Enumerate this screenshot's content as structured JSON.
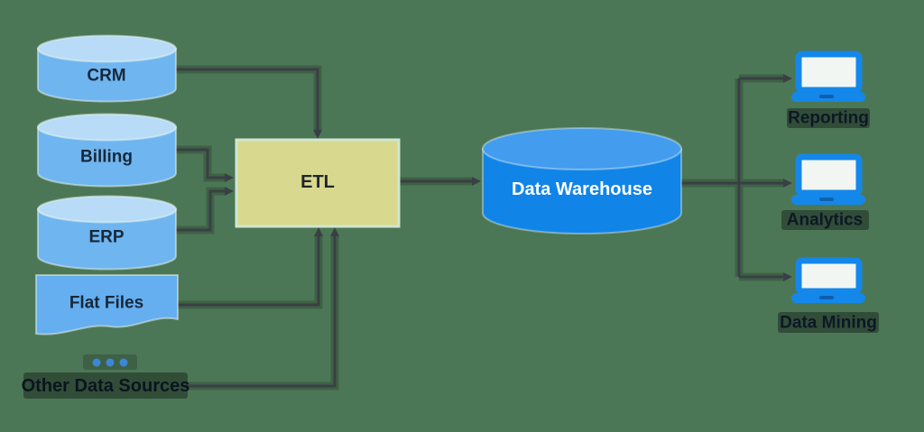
{
  "diagram": {
    "sources": [
      {
        "id": "crm",
        "label": "CRM",
        "shape": "database-cylinder"
      },
      {
        "id": "billing",
        "label": "Billing",
        "shape": "database-cylinder"
      },
      {
        "id": "erp",
        "label": "ERP",
        "shape": "database-cylinder"
      },
      {
        "id": "flat-files",
        "label": "Flat Files",
        "shape": "document"
      },
      {
        "id": "other-data-sources",
        "label": "Other Data Sources",
        "shape": "text-label"
      }
    ],
    "more_indicator_dots": 3,
    "process": {
      "label": "ETL"
    },
    "warehouse": {
      "label": "Data Warehouse"
    },
    "consumers": [
      {
        "id": "reporting",
        "label": "Reporting",
        "icon": "laptop"
      },
      {
        "id": "analytics",
        "label": "Analytics",
        "icon": "laptop"
      },
      {
        "id": "data-mining",
        "label": "Data Mining",
        "icon": "laptop"
      }
    ],
    "colors": {
      "background": "#4c7756",
      "source_fill": "#6fb5f0",
      "source_top": "#b8dcf7",
      "flat_files_fill": "#65aeef",
      "etl_fill": "#d8d98e",
      "etl_border": "#cfe7cf",
      "warehouse_fill": "#1184e8",
      "warehouse_top": "#439ced",
      "laptop_blue": "#1487ea",
      "laptop_screen": "#f2f6f2",
      "connector": "#3a3f45",
      "node_text_dark": "#16283a",
      "warehouse_text": "#ffffff",
      "dots_blue": "#3b86d9"
    }
  }
}
